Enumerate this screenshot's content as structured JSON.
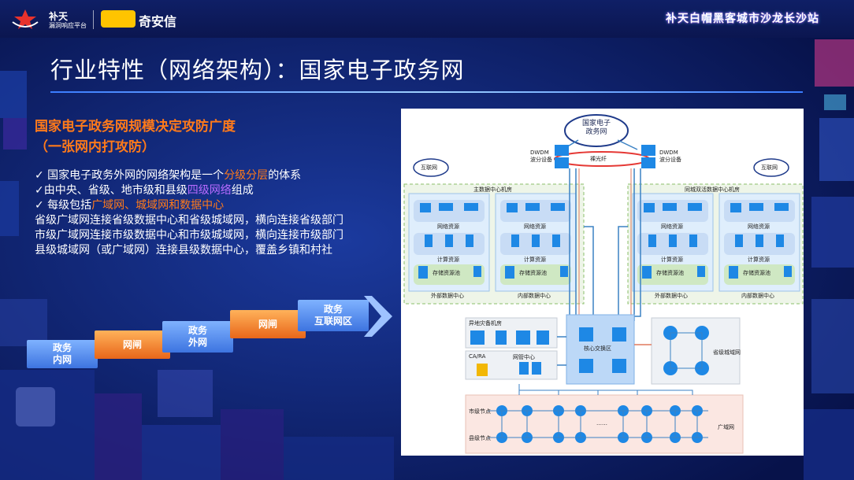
{
  "logos": {
    "butian_name": "补天",
    "butian_sub": "漏洞响应平台",
    "qianxin": "奇安信"
  },
  "banner": "补天白帽黑客城市沙龙长沙站",
  "title": "行业特性（网络架构）：国家电子政务网",
  "subtitle_lines": [
    "国家电子政务网规模决定攻防广度",
    "（一张网内打攻防）"
  ],
  "bullets": {
    "b1_pre": "✓ 国家电子政务外网的网络架构是一个",
    "b1_hl": "分级分层",
    "b1_post": "的体系",
    "b2_pre": "✓由中央、省级、地市级和县级",
    "b2_hl": "四级网络",
    "b2_post": "组成",
    "b3_pre": "✓ 每级包括",
    "b3_hl": "广域网、城域网和数据中心",
    "l4": "省级广域网连接省级数据中心和省级城域网，横向连接省级部门",
    "l5": "市级广域网连接市级数据中心和市级城域网，横向连接市级部门",
    "l6": "县级城域网（或广域网）连接县级数据中心，覆盖乡镇和村社"
  },
  "steps": [
    {
      "label": "政务\n内网",
      "color": "blue"
    },
    {
      "label": "网闸",
      "color": "orange"
    },
    {
      "label": "政务\n外网",
      "color": "blue"
    },
    {
      "label": "网闸",
      "color": "orange"
    },
    {
      "label": "政务\n互联网区",
      "color": "blue"
    }
  ],
  "diagram": {
    "cloud": "国家电子\n政务网",
    "dwdm_left": "DWDM\n波分设备",
    "dwdm_right": "DWDM\n波分设备",
    "fiber": "裸光纤",
    "internet_left": "互联网",
    "internet_right": "互联网",
    "main_dc": "主数据中心机房",
    "backup_dc": "同城双活数据中心机房",
    "network_res": "网络资源",
    "compute_res": "计算资源",
    "storage_res": "存储资源池",
    "external_dc": "外部数据中心",
    "internal_dc": "内部数据中心",
    "offsite_room": "异地灾备机房",
    "ca_ra": "CA/RA",
    "nms": "网管中心",
    "core_zone": "核心交换区",
    "provincial_man": "省级城域网",
    "city_node": "市级节点",
    "county_node": "县级节点",
    "wan": "广域网",
    "ellipsis": "……"
  },
  "colors": {
    "accent_orange": "#ff7a1a",
    "accent_purple": "#b76bff",
    "bg_navy": "#0b1a5e",
    "title_line": "#9fd0ff"
  }
}
